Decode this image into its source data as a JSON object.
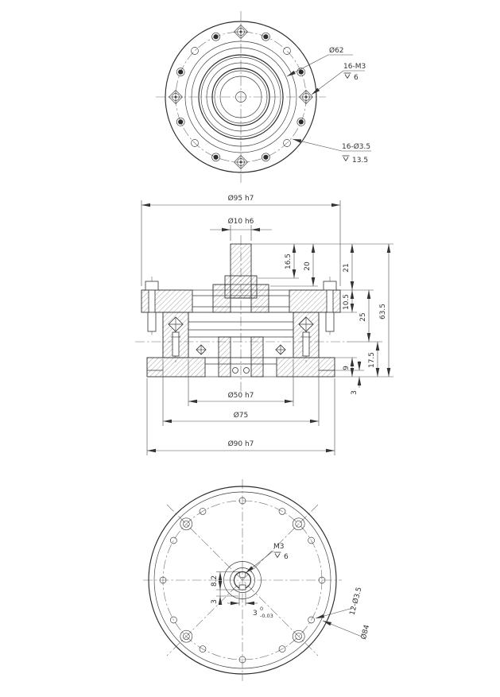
{
  "colors": {
    "line": "#2b2b2b",
    "centerline": "#6b6b6b",
    "background": "#ffffff"
  },
  "views": {
    "top": {
      "dims": {
        "d62": "Ø62",
        "m3_count": "16-M3",
        "m3_depth": "6",
        "d35_count": "16-Ø3.5",
        "d35_depth": "13.5"
      }
    },
    "section": {
      "dims": {
        "d95": "Ø95 h7",
        "d10": "Ø10 h6",
        "h165": "16.5",
        "h20": "20",
        "h21": "21",
        "h105": "10.5",
        "h25": "25",
        "h175": "17.5",
        "h635": "63.5",
        "h9": "9",
        "h3": "3",
        "d50": "Ø50 h7",
        "d75": "Ø75",
        "d90": "Ø90 h7"
      }
    },
    "bottom": {
      "dims": {
        "m3": "M3",
        "m3_depth": "6",
        "h82": "8.2",
        "h3": "3",
        "w3": "3",
        "w3_tol_upper": "0",
        "w3_tol_lower": "-0.03",
        "d35_count": "12-Ø3.5",
        "d84": "Ø84"
      }
    }
  }
}
